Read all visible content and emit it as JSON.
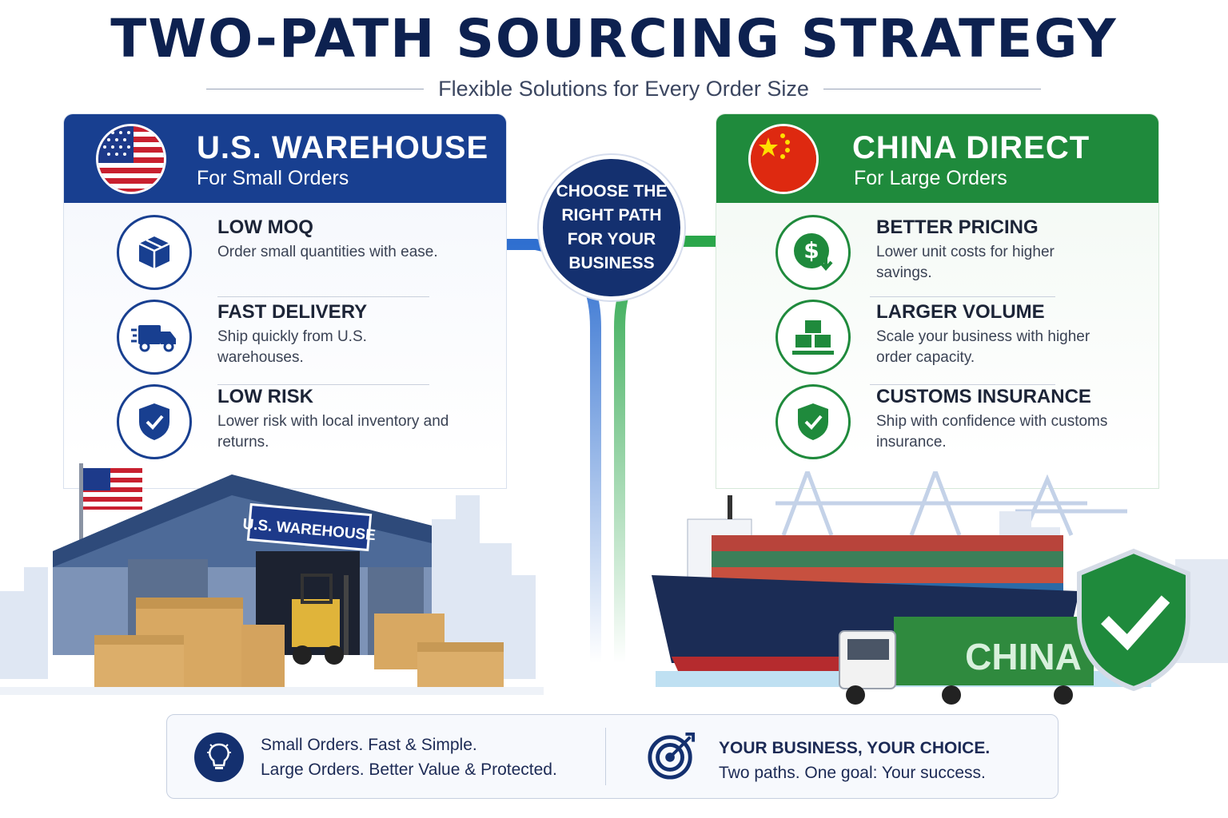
{
  "header": {
    "title": "TWO-PATH SOURCING STRATEGY",
    "subtitle": "Flexible Solutions for Every Order Size"
  },
  "left_panel": {
    "title": "U.S. WAREHOUSE",
    "subtitle": "For Small Orders",
    "flag_icon": "us-flag-icon",
    "accent_color": "#183f90",
    "features": [
      {
        "icon": "box-icon",
        "heading": "LOW MOQ",
        "desc": "Order small quantities with ease."
      },
      {
        "icon": "delivery-truck-icon",
        "heading": "FAST DELIVERY",
        "desc": "Ship quickly from U.S. warehouses."
      },
      {
        "icon": "shield-check-icon",
        "heading": "LOW RISK",
        "desc": "Lower risk with local inventory and returns."
      }
    ],
    "scene_sign": "U.S. WAREHOUSE"
  },
  "center": {
    "badge": "CHOOSE THE RIGHT PATH FOR YOUR BUSINESS"
  },
  "right_panel": {
    "title": "CHINA DIRECT",
    "subtitle": "For Large Orders",
    "flag_icon": "china-flag-icon",
    "accent_color": "#1f8a3c",
    "features": [
      {
        "icon": "dollar-down-icon",
        "heading": "BETTER PRICING",
        "desc": "Lower unit costs for higher savings."
      },
      {
        "icon": "stacked-boxes-icon",
        "heading": "LARGER VOLUME",
        "desc": "Scale your business with higher order capacity."
      },
      {
        "icon": "shield-check-icon",
        "heading": "CUSTOMS INSURANCE",
        "desc": "Ship with confidence with customs insurance."
      }
    ],
    "scene_container_label": "CHINA"
  },
  "footer": {
    "left_line1": "Small Orders. Fast & Simple.",
    "left_line2": "Large Orders. Better Value & Protected.",
    "left_icon": "lightbulb-icon",
    "right_line1": "YOUR BUSINESS, YOUR CHOICE.",
    "right_line2": "Two paths. One goal: Your success.",
    "right_icon": "target-icon"
  }
}
